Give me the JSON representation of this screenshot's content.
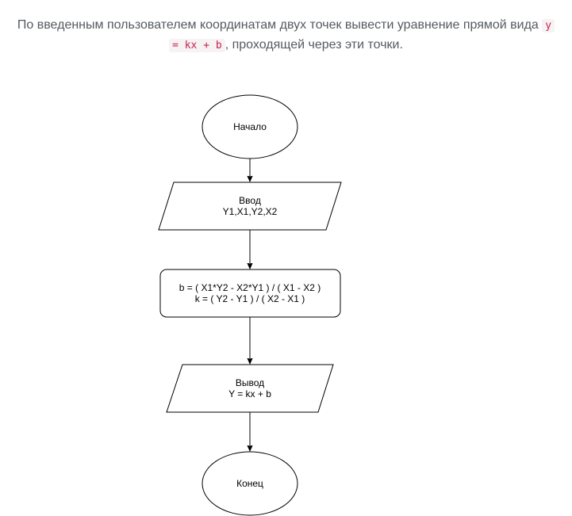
{
  "task": {
    "text_before": "По введенным пользователем координатам двух точек вывести уравнение прямой вида ",
    "code_line1": "y",
    "code_line2": "= kx + b",
    "text_after": ", проходящей через эти точки."
  },
  "flowchart": {
    "start": {
      "label": "Начало"
    },
    "input": {
      "line1": "Ввод",
      "line2": "Y1,X1,Y2,X2"
    },
    "process": {
      "line1": "b = ( X1*Y2 - X2*Y1 ) / ( X1 - X2 )",
      "line2": "k = ( Y2 - Y1 ) / ( X2 - X1 )"
    },
    "output": {
      "line1": "Вывод",
      "line2": "Y = kx + b"
    },
    "end": {
      "label": "Конец"
    }
  }
}
